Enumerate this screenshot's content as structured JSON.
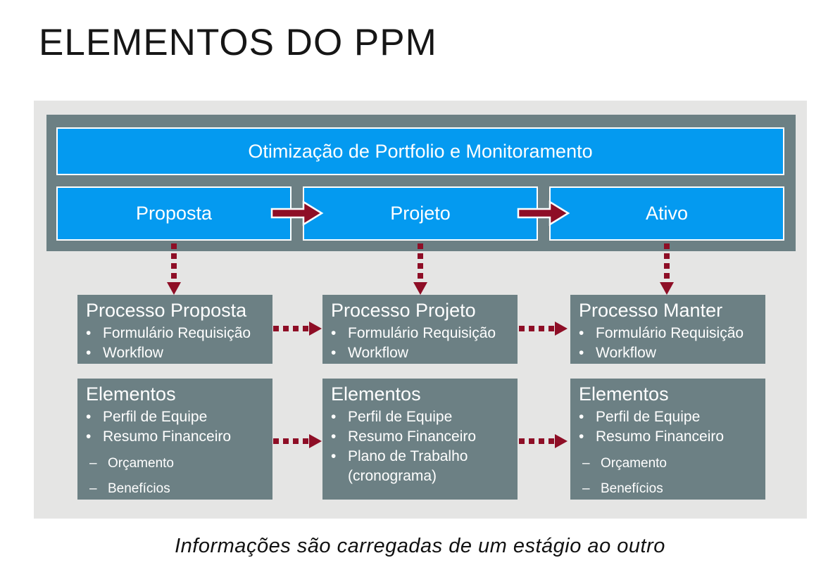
{
  "page": {
    "title": "ELEMENTOS DO PPM",
    "caption": "Informações são carregadas de um estágio ao outro"
  },
  "colors": {
    "blue": "#049AF0",
    "slate": "#6C8084",
    "panel_bg": "#E5E5E4",
    "maroon": "#8E0E26"
  },
  "glyphs": {
    "bullet": "•",
    "dash": "–"
  },
  "banner": {
    "label": "Otimização de Portfolio e Monitoramento"
  },
  "stages": [
    {
      "label": "Proposta"
    },
    {
      "label": "Projeto"
    },
    {
      "label": "Ativo"
    }
  ],
  "process_boxes": [
    {
      "title": "Processo Proposta",
      "bullets": [
        "Formulário Requisição",
        "Workflow"
      ]
    },
    {
      "title": "Processo Projeto",
      "bullets": [
        "Formulário Requisição",
        "Workflow"
      ]
    },
    {
      "title": "Processo Manter",
      "bullets": [
        "Formulário Requisição",
        "Workflow"
      ]
    }
  ],
  "element_boxes": [
    {
      "title": "Elementos",
      "bullets": [
        "Perfil de Equipe",
        "Resumo Financeiro"
      ],
      "sub_bullets": [
        "Orçamento",
        "Benefícios"
      ]
    },
    {
      "title": "Elementos",
      "bullets": [
        "Perfil de Equipe",
        "Resumo Financeiro",
        "Plano de Trabalho (cronograma)"
      ],
      "sub_bullets": []
    },
    {
      "title": "Elementos",
      "bullets": [
        "Perfil de Equipe",
        "Resumo Financeiro"
      ],
      "sub_bullets": [
        "Orçamento",
        "Benefícios"
      ]
    }
  ]
}
